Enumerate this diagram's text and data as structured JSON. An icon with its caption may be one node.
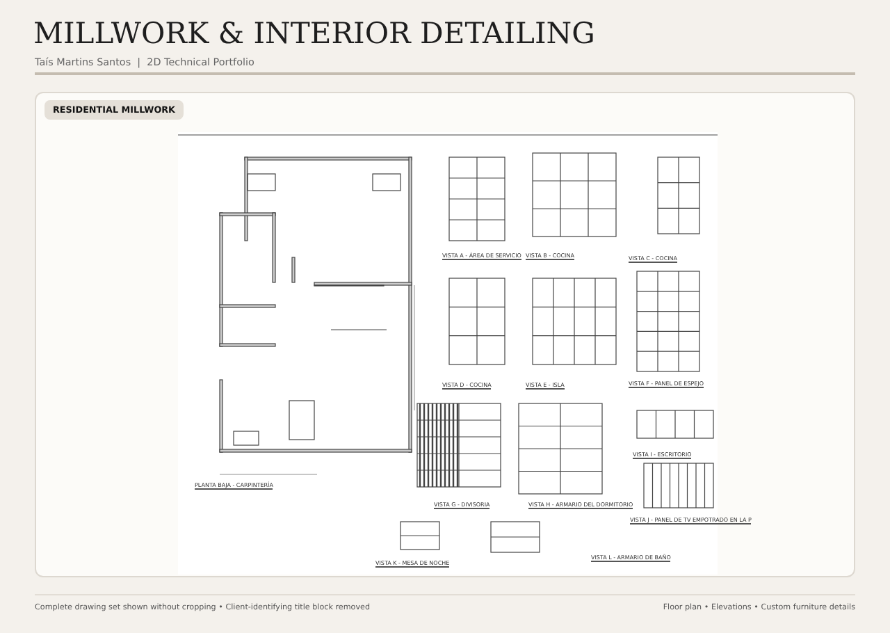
{
  "diagram": {
    "title": "MILLWORK & INTERIOR DETAILING",
    "nodes": [
      {
        "text": [
          "RESIDENTIAL MILLWORK"
        ]
      }
    ],
    "labels": [
      "Taís Martins Santos  |  2D Technical Portfolio",
      "PLANTA BAJA - CARPINTERÍA",
      "VISTA A - ÁREA DE SERVICIO",
      "VISTA B - COCINA",
      "VISTA C - COCINA",
      "VISTA D - COCINA",
      "VISTA E - ISLA",
      "VISTA F - PANEL DE ESPEJO",
      "VISTA G - DIVISORIA",
      "VISTA H - ARMARIO DEL DORMITORIO",
      "VISTA I - ESCRITORIO",
      "VISTA J - PANEL DE TV EMPOTRADO EN LA P",
      "VISTA K - MESA DE NOCHE",
      "VISTA L - ARMARIO DE BAÑO",
      "Complete drawing set shown without cropping • Client-identifying title block removed",
      "Floor plan • Elevations • Custom furniture details"
    ]
  }
}
